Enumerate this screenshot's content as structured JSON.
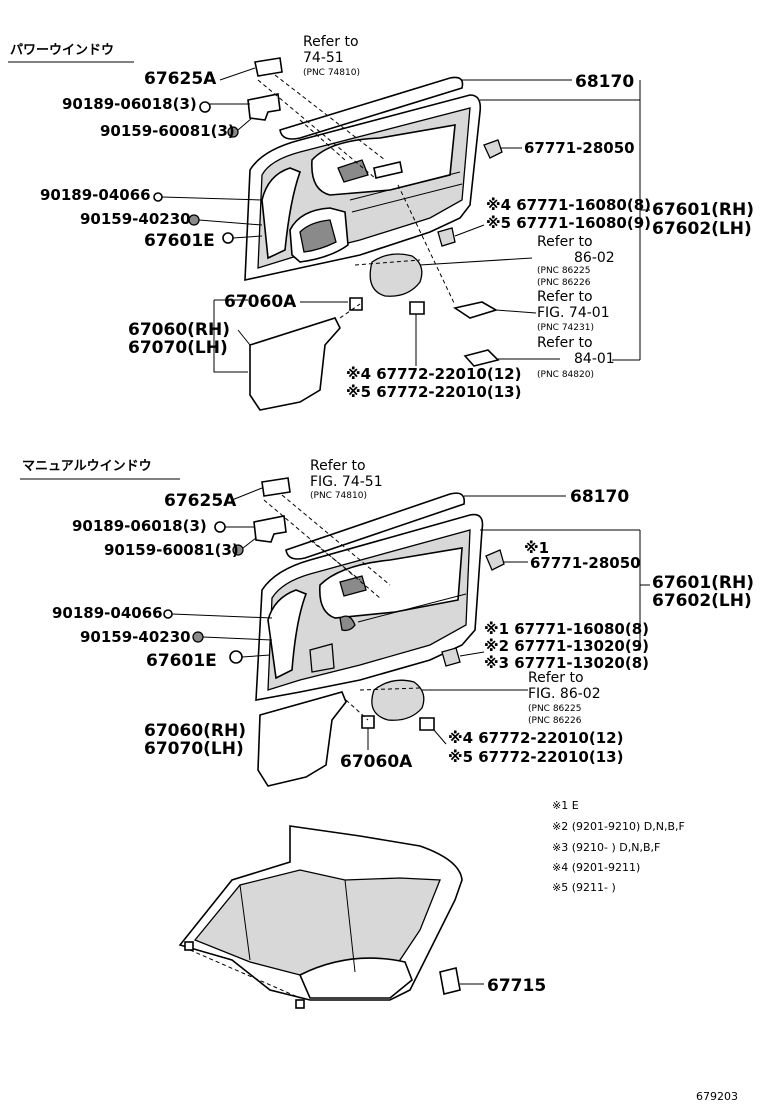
{
  "sections": {
    "power": "パワーウインドウ",
    "manual": "マニュアルウインドウ"
  },
  "power": {
    "ref1": {
      "l1": "Refer to",
      "l2": "74-51",
      "pnc": "(PNC 74810)"
    },
    "ref2": {
      "l1": "Refer to",
      "l2": "86-02",
      "pnc1": "(PNC 86225",
      "pnc2": "(PNC 86226"
    },
    "ref3": {
      "l1": "Refer to",
      "l2": "FIG. 74-01",
      "pnc": "(PNC 74231)"
    },
    "ref4": {
      "l1": "Refer to",
      "l2": "84-01",
      "pnc": "(PNC 84820)"
    },
    "p67625A": "67625A",
    "p90189_06018": "90189-06018(3)",
    "p90159_60081": "90159-60081(3)",
    "p68170": "68170",
    "p67771_28050": "67771-28050",
    "p90189_04066": "90189-04066",
    "p90159_40230": "90159-40230",
    "p67601E": "67601E",
    "p67771_16080_8": "※4 67771-16080(8)",
    "p67771_16080_9": "※5 67771-16080(9)",
    "p67601RH": "67601(RH)",
    "p67602LH": "67602(LH)",
    "p67060A": "67060A",
    "p67060RH": "67060(RH)",
    "p67070LH": "67070(LH)",
    "p67772_12": "※4 67772-22010(12)",
    "p67772_13": "※5 67772-22010(13)"
  },
  "manual": {
    "ref1": {
      "l1": "Refer to",
      "l2": "FIG. 74-51",
      "pnc": "(PNC 74810)"
    },
    "ref2": {
      "l1": "Refer to",
      "l2": "FIG. 86-02",
      "pnc1": "(PNC 86225",
      "pnc2": "(PNC 86226"
    },
    "p67625A": "67625A",
    "p90189_06018": "90189-06018(3)",
    "p90159_60081": "90159-60081(3)",
    "p68170": "68170",
    "p67771_28050_pre": "※1",
    "p67771_28050": "67771-28050",
    "p67601RH": "67601(RH)",
    "p67602LH": "67602(LH)",
    "p90189_04066": "90189-04066",
    "p90159_40230": "90159-40230",
    "p67601E": "67601E",
    "p67771_16080": "※1 67771-16080(8)",
    "p67771_13020_9": "※2 67771-13020(9)",
    "p67771_13020_8": "※3 67771-13020(8)",
    "p67060RH": "67060(RH)",
    "p67070LH": "67070(LH)",
    "p67060A": "67060A",
    "p67772_12": "※4 67772-22010(12)",
    "p67772_13": "※5 67772-22010(13)"
  },
  "notes": [
    "※1 E",
    "※2 (9201-9210) D,N,B,F",
    "※3 (9210-      ) D,N,B,F",
    "※4 (9201-9211)",
    "※5 (9211-      )"
  ],
  "bottom": {
    "p67715": "67715"
  },
  "figure_number": "679203"
}
